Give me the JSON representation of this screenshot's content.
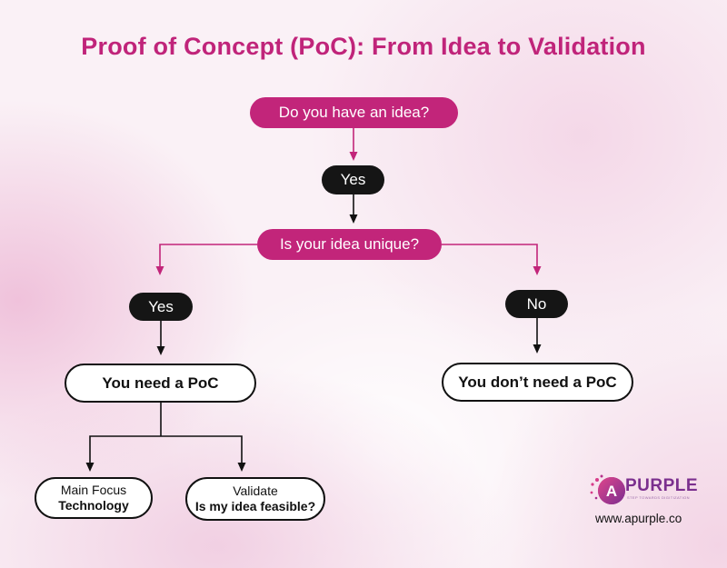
{
  "title": "Proof of Concept (PoC): From Idea to Validation",
  "nodes": {
    "q_idea": "Do you have an idea?",
    "yes_1": "Yes",
    "q_unique": "Is your idea unique?",
    "yes_2": "Yes",
    "no": "No",
    "need_poc": "You need a PoC",
    "no_need_poc": "You don’t need a PoC",
    "main_focus": {
      "line1": "Main Focus",
      "line2": "Technology"
    },
    "validate": {
      "line1": "Validate",
      "line2": "Is my idea feasible?"
    }
  },
  "brand": {
    "name_initial": "A",
    "name": "PURPLE",
    "tagline": "STEP TOWARDS DIGITIZATION",
    "url": "www.apurple.co"
  },
  "colors": {
    "accent": "#c2257a",
    "title": "#c0247a",
    "dark": "#151515",
    "brand": "#7b2f8e"
  }
}
